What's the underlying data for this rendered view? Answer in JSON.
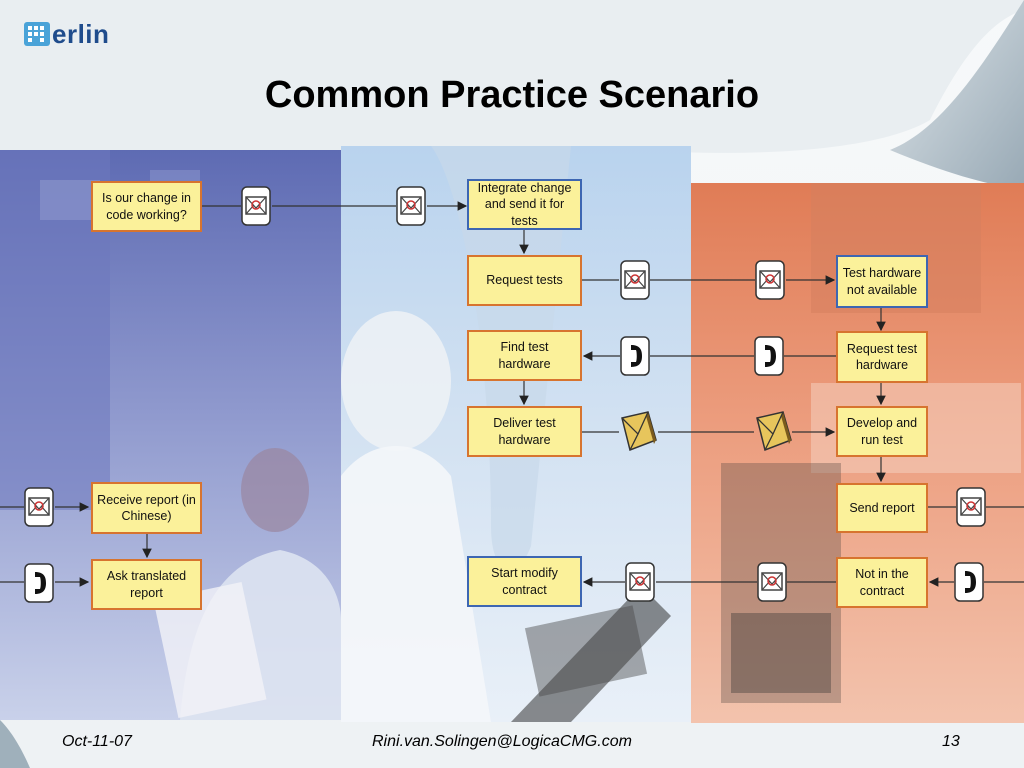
{
  "title": "Common Practice Scenario",
  "logo": {
    "text": "erlin"
  },
  "diagram": {
    "boxes": {
      "q_change": "Is our change in code working?",
      "integrate": "Integrate change and send it for tests",
      "request_tests": "Request tests",
      "find_hw": "Find test hardware",
      "deliver_hw": "Deliver test hardware",
      "start_contract": "Start modify contract",
      "hw_na": "Test hardware not available",
      "request_hw": "Request test hardware",
      "develop": "Develop and run test",
      "send_report": "Send report",
      "not_contract": "Not in the contract",
      "receive_report": "Receive report (in Chinese)",
      "ask_report": "Ask translated report"
    },
    "icons": {
      "mail": "envelope-icon",
      "phone": "telephone-icon",
      "package": "package-icon"
    }
  },
  "footer": {
    "date": "Oct-11-07",
    "email": "Rini.van.Solingen@LogicaCMG.com",
    "page": "13"
  },
  "colors": {
    "box_fill": "#fbf19a",
    "box_border_orange": "#d7742f",
    "box_border_blue": "#3d66b2",
    "title": "#000000",
    "logo": "#1f4c8c"
  }
}
